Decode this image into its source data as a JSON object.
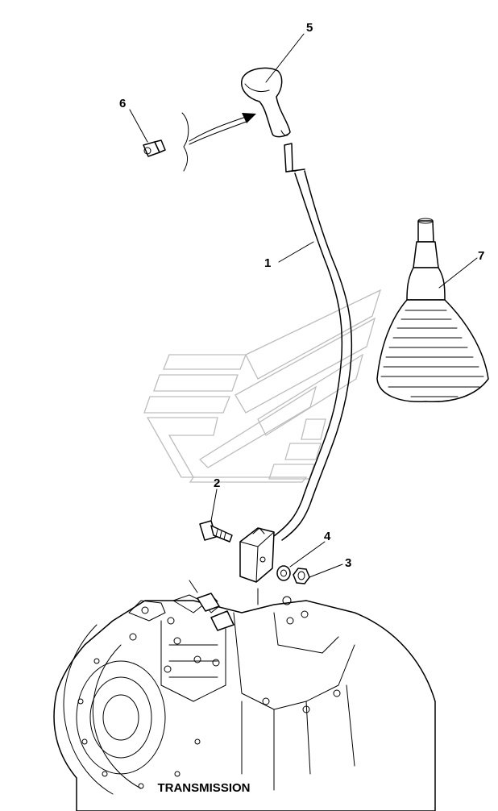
{
  "callouts": {
    "c1": "1",
    "c2": "2",
    "c3": "3",
    "c4": "4",
    "c5": "5",
    "c6": "6",
    "c7": "7"
  },
  "caption": "TRANSMISSION"
}
